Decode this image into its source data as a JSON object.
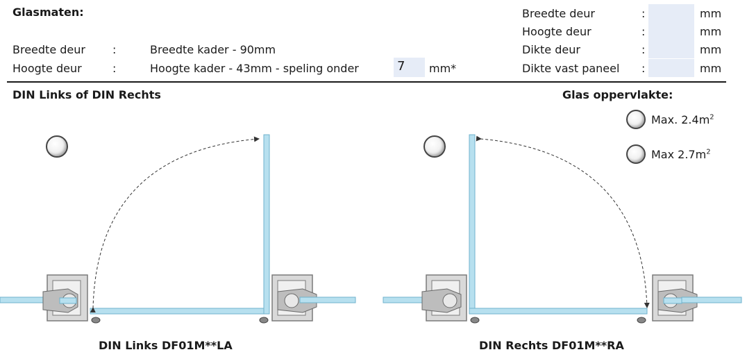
{
  "header": {
    "title": "Glasmaten:"
  },
  "left_rows": [
    {
      "label": "Breedte deur",
      "colon": ":",
      "formula": "Breedte kader - 90mm"
    },
    {
      "label": "Hoogte deur",
      "colon": ":",
      "formula": "Hoogte kader - 43mm - speling onder",
      "input_value": "7",
      "unit": "mm*"
    }
  ],
  "right_fields": [
    {
      "label": "Breedte deur",
      "colon": ":",
      "value": "",
      "unit": "mm"
    },
    {
      "label": "Hoogte deur",
      "colon": ":",
      "value": "",
      "unit": "mm"
    },
    {
      "label": "Dikte deur",
      "colon": ":",
      "value": "",
      "unit": "mm"
    },
    {
      "label": "Dikte vast paneel",
      "colon": ":",
      "value": "",
      "unit": "mm"
    }
  ],
  "section": {
    "din_title": "DIN Links of DIN Rechts",
    "glass_title": "Glas oppervlakte:"
  },
  "glass_options": [
    {
      "label": "Max. 2.4m",
      "sup": "2",
      "selected": false
    },
    {
      "label": "Max 2.7m",
      "sup": "2",
      "selected": false
    }
  ],
  "diagrams": [
    {
      "caption": "DIN Links DF01M**LA",
      "selected": false
    },
    {
      "caption": "DIN Rechts DF01M**RA",
      "selected": false
    }
  ],
  "colors": {
    "glass": "#b7e0ef",
    "glass_edge": "#6fb2cc",
    "frame": "#bdbdbd",
    "frame_dark": "#7a7a7a"
  }
}
